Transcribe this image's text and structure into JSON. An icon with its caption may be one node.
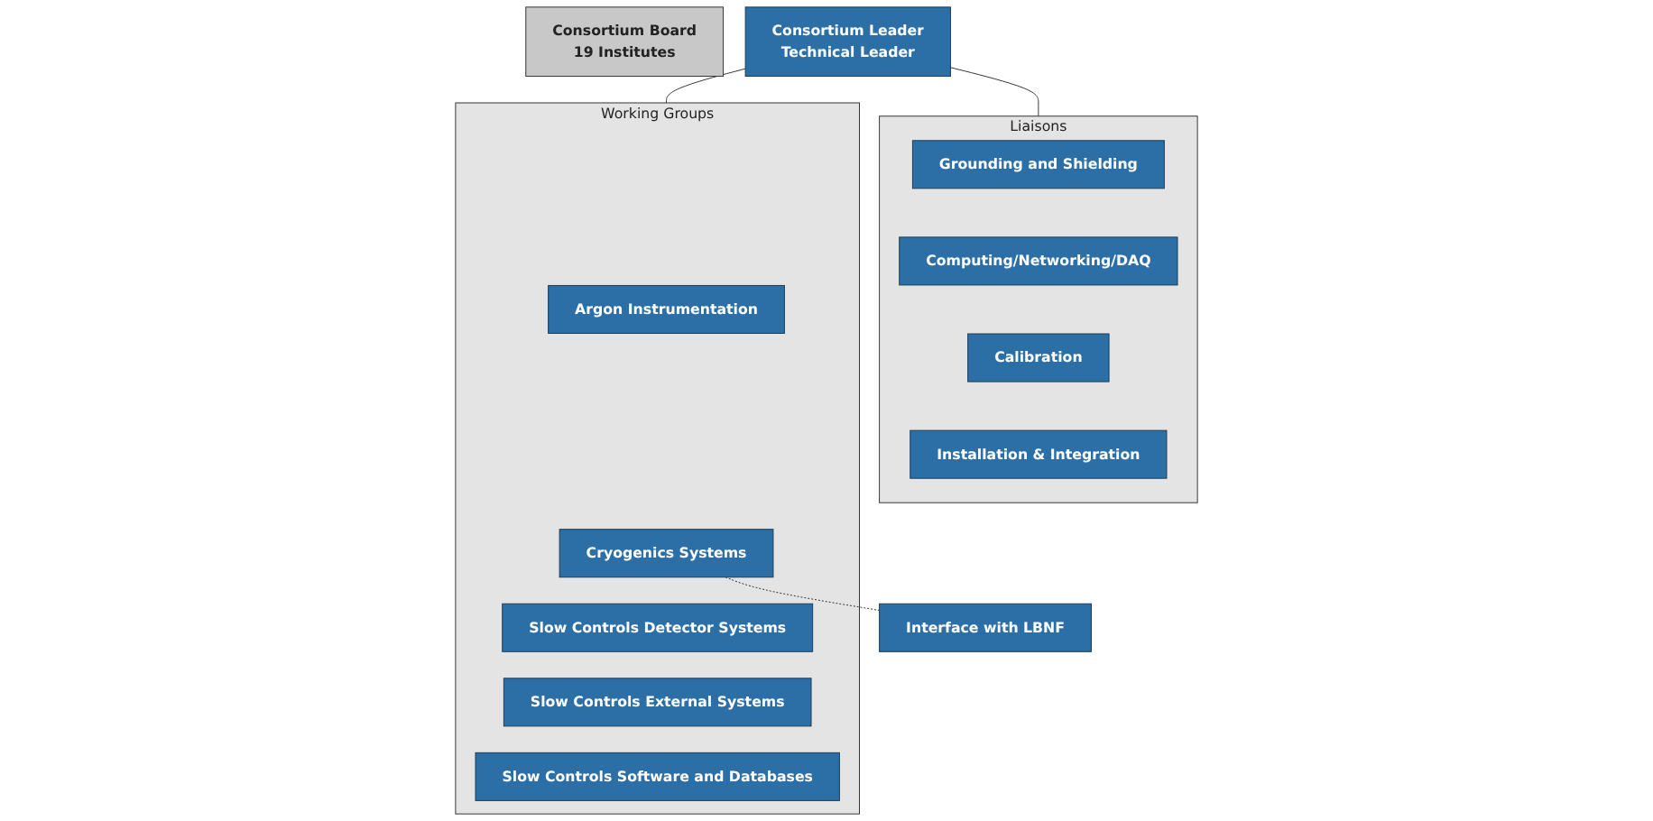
{
  "diagram": {
    "nodes": [
      {
        "text": [
          "Consortium Board",
          "19 Institutes"
        ]
      },
      {
        "text": [
          "Consortium Leader",
          "Technical Leader"
        ]
      },
      {
        "text": [
          "Liaisons"
        ]
      },
      {
        "text": [
          "Grounding and Shielding"
        ],
        "in": 2
      },
      {
        "text": [
          "Computing/Networking/DAQ"
        ],
        "in": 2
      },
      {
        "text": [
          "Calibration"
        ],
        "in": 2
      },
      {
        "text": [
          "Installation & Integration"
        ],
        "in": 2
      },
      {
        "text": [
          "Working Groups"
        ]
      },
      {
        "text": [
          "Argon Instrumentation"
        ],
        "in": 7
      },
      {
        "text": [
          "Cryogenics Systems"
        ],
        "in": 7
      },
      {
        "text": [
          "Slow Controls Detector Systems"
        ],
        "in": 7
      },
      {
        "text": [
          "Slow Controls External Systems"
        ],
        "in": 7
      },
      {
        "text": [
          "Slow Controls Software and Databases"
        ],
        "in": 7
      },
      {
        "text": [
          "Interface with LBNF"
        ]
      }
    ],
    "edges": [
      {
        "from": 1,
        "to": 2,
        "arrow": "none"
      },
      {
        "from": 1,
        "to": 7,
        "arrow": "none"
      },
      {
        "from": 9,
        "to": 13,
        "arrow": "none",
        "style": "dashed"
      }
    ]
  }
}
